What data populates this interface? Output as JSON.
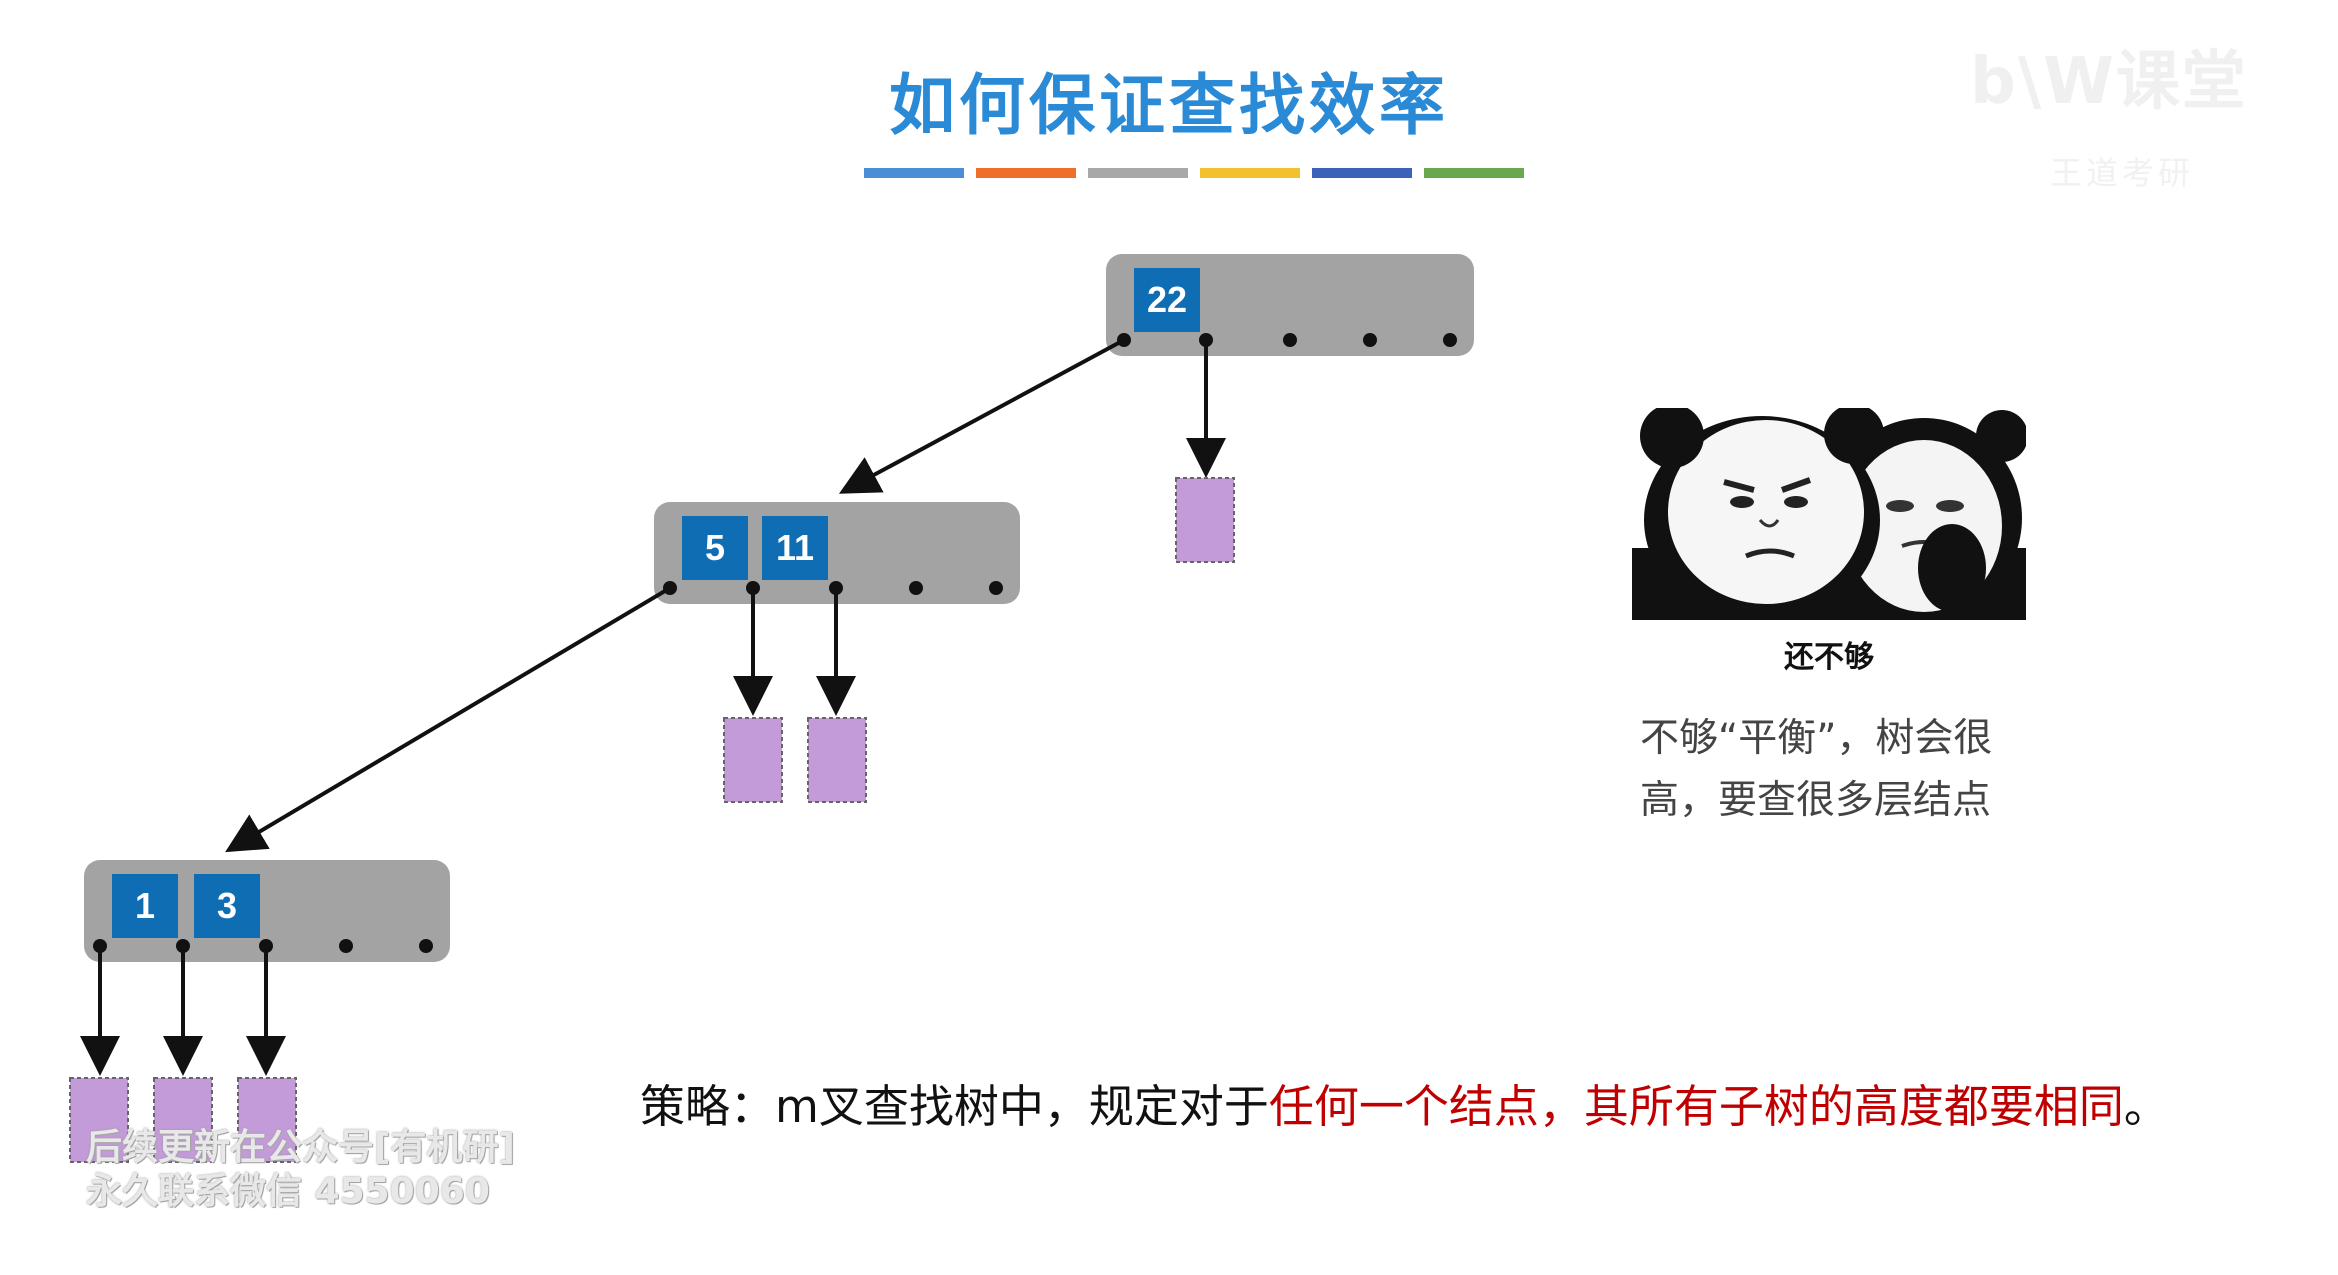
{
  "title": "如何保证查找效率",
  "color_bars": [
    "#4a8fd6",
    "#ee6e2a",
    "#a8a8a8",
    "#f2c12e",
    "#3a62b8",
    "#6aa84f"
  ],
  "watermark": {
    "logo": "b\\W课堂",
    "sub": "王道考研"
  },
  "tree": {
    "node_fill": "#a3a3a3",
    "key_fill": "#0f6db3",
    "leaf_fill": "#c29bd8",
    "root": {
      "keys": [
        "22"
      ]
    },
    "level2": {
      "keys": [
        "5",
        "11"
      ]
    },
    "level3": {
      "keys": [
        "1",
        "3"
      ]
    }
  },
  "meme": {
    "caption": "还不够"
  },
  "side_note": {
    "line1": "不够“平衡”，树会很",
    "line2": "高，要查很多层结点"
  },
  "strategy": {
    "prefix": "策略：m叉查找树中，规定对于",
    "highlight1": "任何一个结点，",
    "highlight2": "其所有子树的高度都要相同",
    "suffix": "。"
  },
  "overlay_watermark": {
    "line1": "后续更新在公众号[有机研]",
    "line2": "永久联系微信 4550060"
  }
}
